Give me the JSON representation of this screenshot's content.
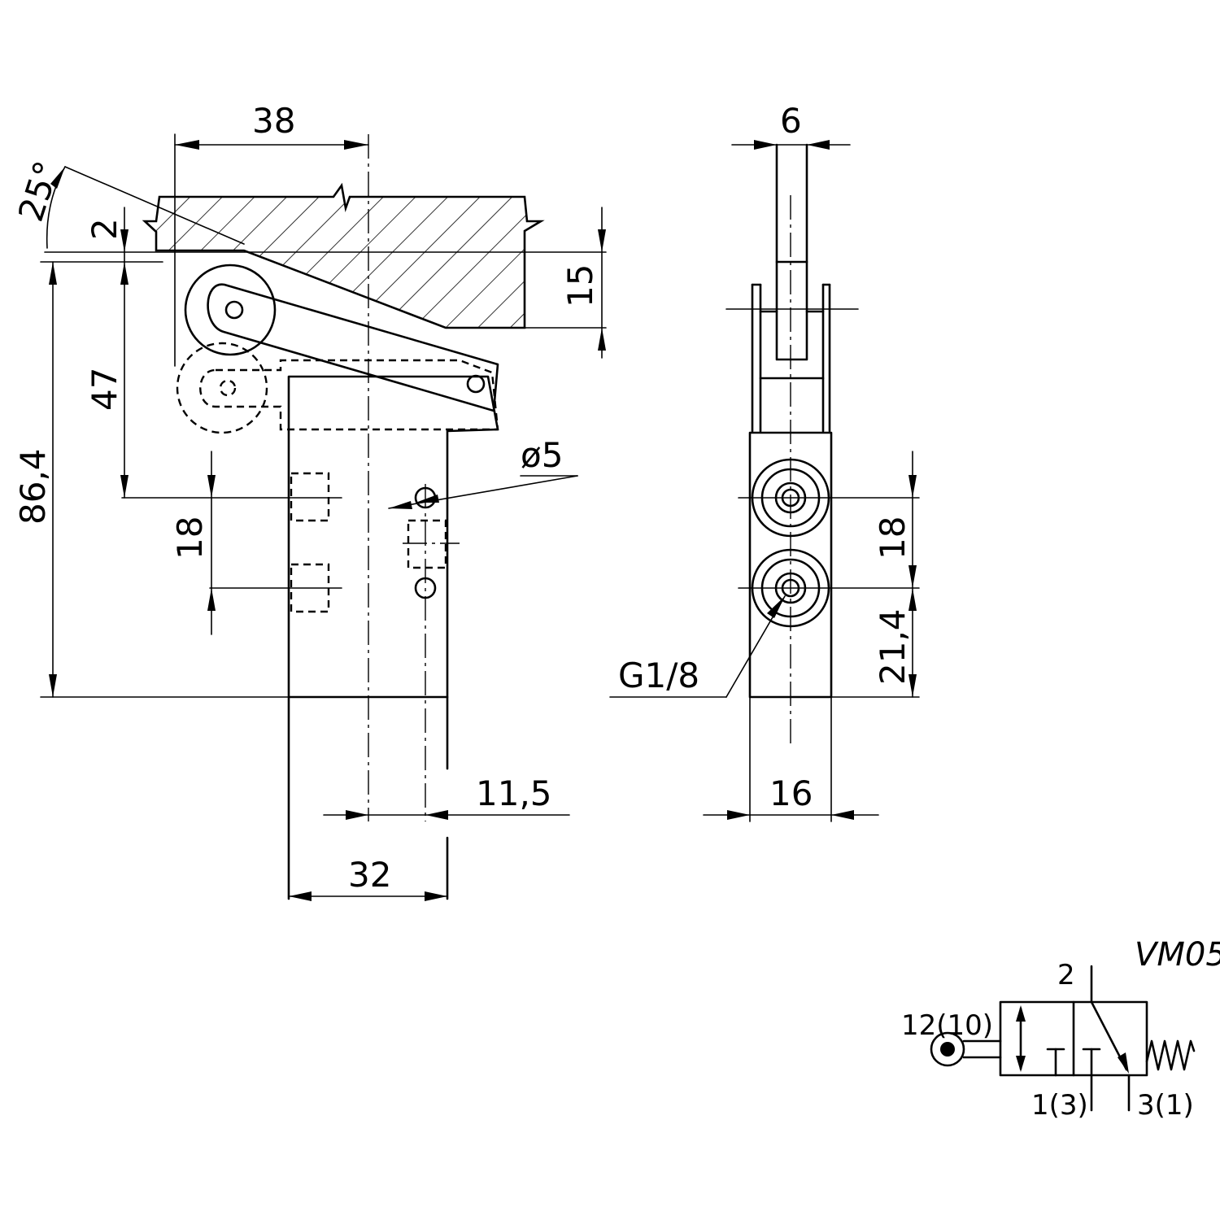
{
  "model": "VM05",
  "front_view": {
    "width_top": "38",
    "angle": "25°",
    "gap": "2",
    "cam_height": "15",
    "total_height": "86,4",
    "port_height": "47",
    "port_spacing": "18",
    "hole_diameter": "ø5",
    "hole_offset": "11,5",
    "body_width": "32"
  },
  "side_view": {
    "roller_width": "6",
    "port_spacing": "18",
    "port_offset": "21,4",
    "thread": "G1/8",
    "body_width": "16"
  },
  "symbol": {
    "port_2": "2",
    "port_12": "12(10)",
    "port_1": "1(3)",
    "port_3": "3(1)"
  }
}
